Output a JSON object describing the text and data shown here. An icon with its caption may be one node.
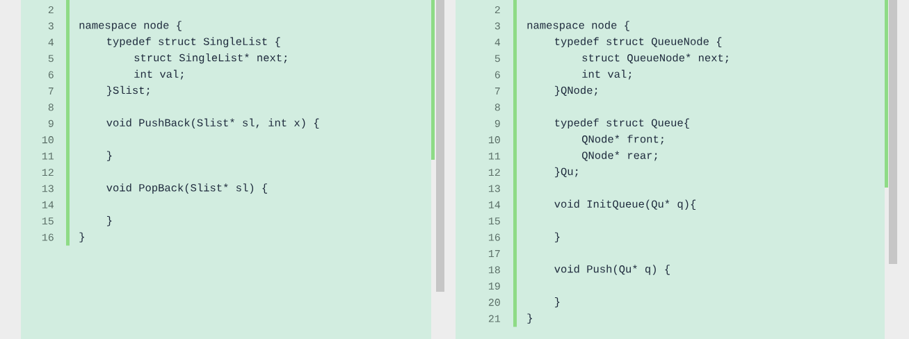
{
  "diagram": {
    "labels": [
      "2",
      "3",
      "namespace node {",
      "4",
      "typedef struct SingleList {",
      "5",
      "struct SingleList* next;",
      "6",
      "int val;",
      "7",
      "}Slist;",
      "8",
      "9",
      "void PushBack(Slist* sl, int x) {",
      "10",
      "11",
      "}",
      "12",
      "13",
      "void PopBack(Slist* sl) {",
      "14",
      "15",
      "}",
      "16",
      "}",
      "2",
      "3",
      "namespace node {",
      "4",
      "typedef struct QueueNode {",
      "5",
      "struct QueueNode* next;",
      "6",
      "int val;",
      "7",
      "}QNode;",
      "8",
      "9",
      "typedef struct Queue{",
      "10",
      "QNode* front;",
      "11",
      "QNode* rear;",
      "12",
      "}Qu;",
      "13",
      "14",
      "void InitQueue(Qu* q){",
      "15",
      "16",
      "}",
      "17",
      "18",
      "void Push(Qu* q) {",
      "19",
      "20",
      "}",
      "21",
      "}"
    ]
  }
}
